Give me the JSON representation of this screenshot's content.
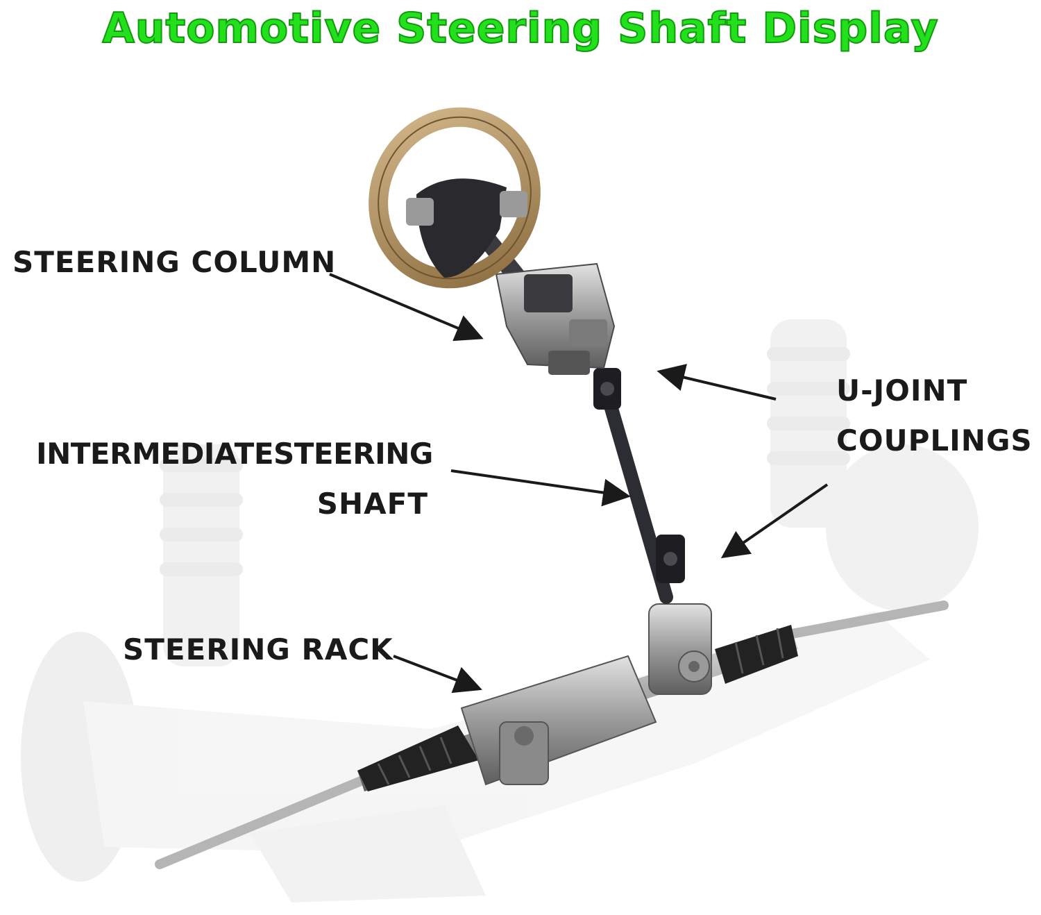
{
  "title": "Automotive Steering Shaft Display",
  "labels": {
    "steering_column": "STEERING COLUMN",
    "u_joint_line1": "U-JOINT",
    "u_joint_line2": "COUPLINGS",
    "intermediate_line1": "INTERMEDIATESTEERING",
    "intermediate_line2": "SHAFT",
    "steering_rack": "STEERING RACK"
  },
  "colors": {
    "title": "#22e01c",
    "label_text": "#1a1a1a",
    "arrow": "#1a1a1a",
    "steering_wheel_rim": "#b08e5c"
  }
}
